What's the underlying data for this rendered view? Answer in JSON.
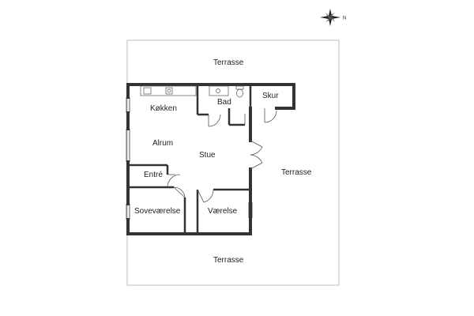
{
  "compass": {
    "label": "N"
  },
  "labels": {
    "terrace_top": "Terrasse",
    "terrace_right": "Terrasse",
    "terrace_bottom": "Terrasse",
    "kitchen": "Køkken",
    "bath": "Bad",
    "shed": "Skur",
    "alrum": "Alrum",
    "living": "Stue",
    "entrance": "Entré",
    "bedroom": "Soveværelse",
    "room": "Værelse"
  },
  "colors": {
    "wall": "#333333",
    "outline": "#bbbbbb",
    "thin": "#666666"
  }
}
